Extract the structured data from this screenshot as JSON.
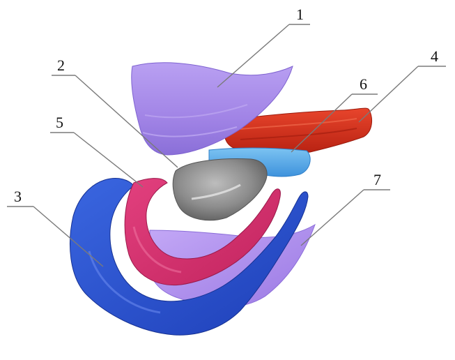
{
  "callouts": [
    {
      "label": "1",
      "part_color": "#a78be8"
    },
    {
      "label": "2",
      "part_color": "#8f8f8f"
    },
    {
      "label": "3",
      "part_color": "#2a55d6"
    },
    {
      "label": "4",
      "part_color": "#d8311c"
    },
    {
      "label": "5",
      "part_color": "#d8306e"
    },
    {
      "label": "6",
      "part_color": "#4ea8ea"
    },
    {
      "label": "7",
      "part_color": "#b393f0"
    }
  ]
}
